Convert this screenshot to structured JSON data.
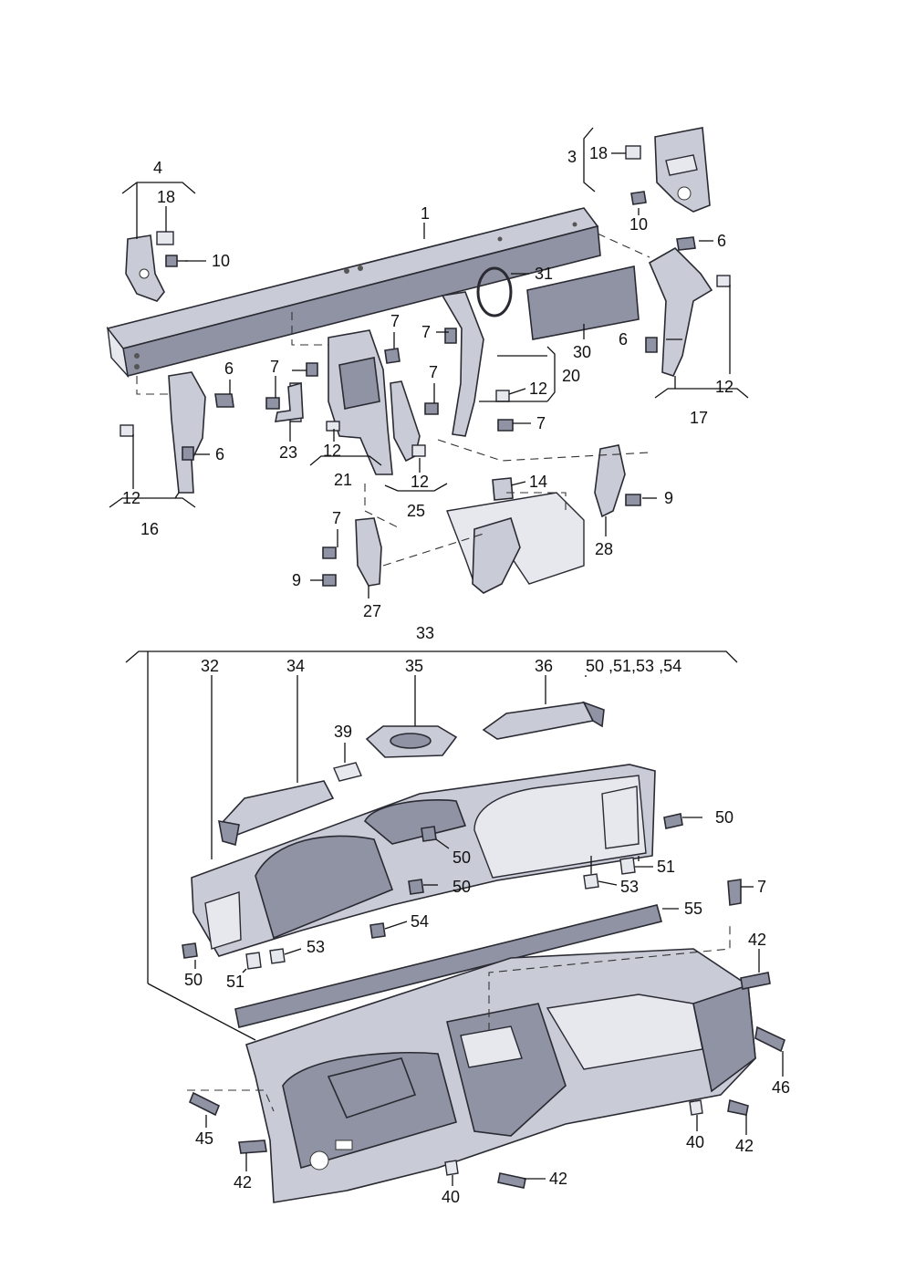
{
  "labels": {
    "l1": "1",
    "l3": "3",
    "l4": "4",
    "l18a": "18",
    "l18b": "18",
    "l10a": "10",
    "l10b": "10",
    "l31": "31",
    "l6a": "6",
    "l6b": "6",
    "l6c": "6",
    "l6d": "6",
    "l7a": "7",
    "l7b": "7",
    "l7c": "7",
    "l7d": "7",
    "l7e": "7",
    "l7f": "7",
    "l12a": "12",
    "l12b": "12",
    "l12c": "12",
    "l12d": "12",
    "l12e": "12",
    "l20": "20",
    "l30": "30",
    "l17": "17",
    "l16": "16",
    "l23": "23",
    "l21": "21",
    "l25": "25",
    "l14": "14",
    "l9a": "9",
    "l9b": "9",
    "l28": "28",
    "l27": "27",
    "l33": "33",
    "l32": "32",
    "l34": "34",
    "l35": "35",
    "l36": "36",
    "l50group": "50 ,51,53 ,54",
    "l39": "39",
    "l50a": "50",
    "l50b": "50",
    "l50c": "50",
    "l50d": "50",
    "l51a": "51",
    "l51b": "51",
    "l53a": "53",
    "l53b": "53",
    "l54": "54",
    "l55": "55",
    "l42a": "42",
    "l42b": "42",
    "l42c": "42",
    "l42d": "42",
    "l46": "46",
    "l45": "45",
    "l40a": "40",
    "l40b": "40"
  },
  "colors": {
    "part_fill": "#c9ccd6",
    "part_shadow": "#8f93a3",
    "outline": "#2a2a33"
  }
}
